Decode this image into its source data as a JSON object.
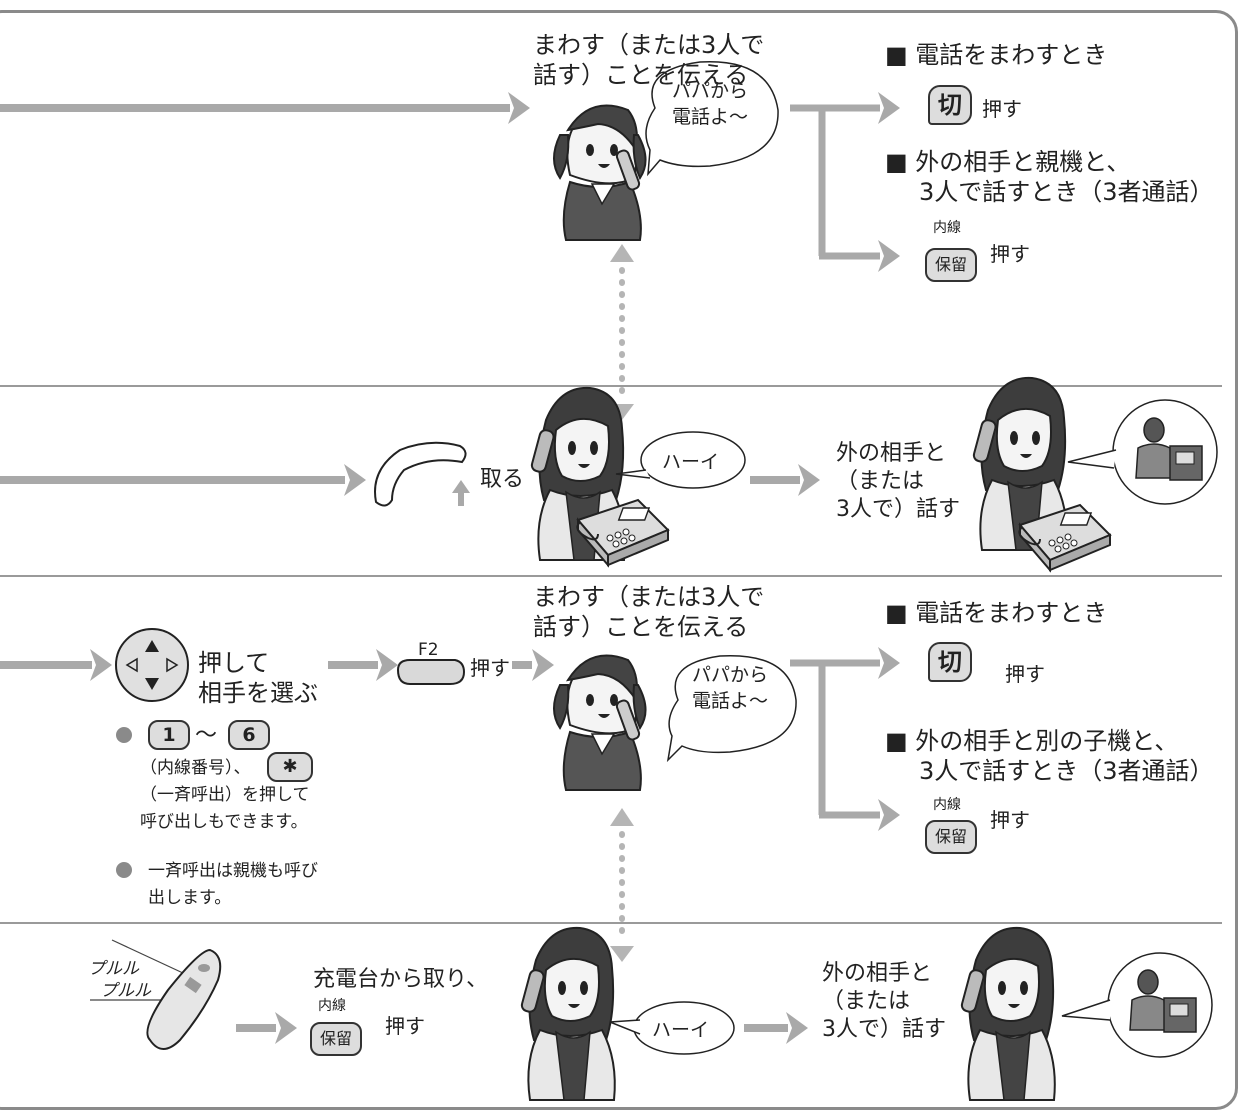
{
  "colors": {
    "arrow": "#a9a9a9",
    "line": "#9a9a9a",
    "key_fill": "#d9d9d9",
    "dot": "#b5b5b5"
  },
  "section1": {
    "caller_caption": [
      "まわす（または3人で",
      "話す）ことを伝える"
    ],
    "bubble": [
      "パパから",
      "電話よ〜"
    ],
    "opt1_title": "■ 電話をまわすとき",
    "opt1_key": "切",
    "opt1_action": "押す",
    "opt2_title": [
      "■ 外の相手と親機と、",
      "3人で話すとき（3者通話）"
    ],
    "opt2_key_top": "内線",
    "opt2_key": "保留",
    "opt2_action": "押す"
  },
  "section2": {
    "pickup_label": "取る",
    "bubble": "ハーイ",
    "talk_caption": [
      "外の相手と",
      "（または",
      "3人で）話す"
    ]
  },
  "section3": {
    "select_label": [
      "押して",
      "相手を選ぶ"
    ],
    "f2_key": "F2",
    "f2_action": "押す",
    "key_1": "1",
    "tilde": "〜",
    "key_6": "6",
    "key_star": "✱",
    "note1": [
      "（内線番号）、",
      "（一斉呼出）を押して",
      "呼び出しもできます。"
    ],
    "note2": [
      "一斉呼出は親機も呼び",
      "出します。"
    ],
    "caller_caption": [
      "まわす（または3人で",
      "話す）ことを伝える"
    ],
    "bubble": [
      "パパから",
      "電話よ〜"
    ],
    "opt1_title": "■ 電話をまわすとき",
    "opt1_key": "切",
    "opt1_action": "押す",
    "opt2_title": [
      "■ 外の相手と別の子機と、",
      "3人で話すとき（3者通話）"
    ],
    "opt2_key_top": "内線",
    "opt2_key": "保留",
    "opt2_action": "押す"
  },
  "section4": {
    "ring": [
      "プルル",
      "プルル"
    ],
    "take_label": "充電台から取り、",
    "key_top": "内線",
    "key": "保留",
    "action": "押す",
    "bubble": "ハーイ",
    "talk_caption": [
      "外の相手と",
      "（または",
      "3人で）話す"
    ]
  }
}
